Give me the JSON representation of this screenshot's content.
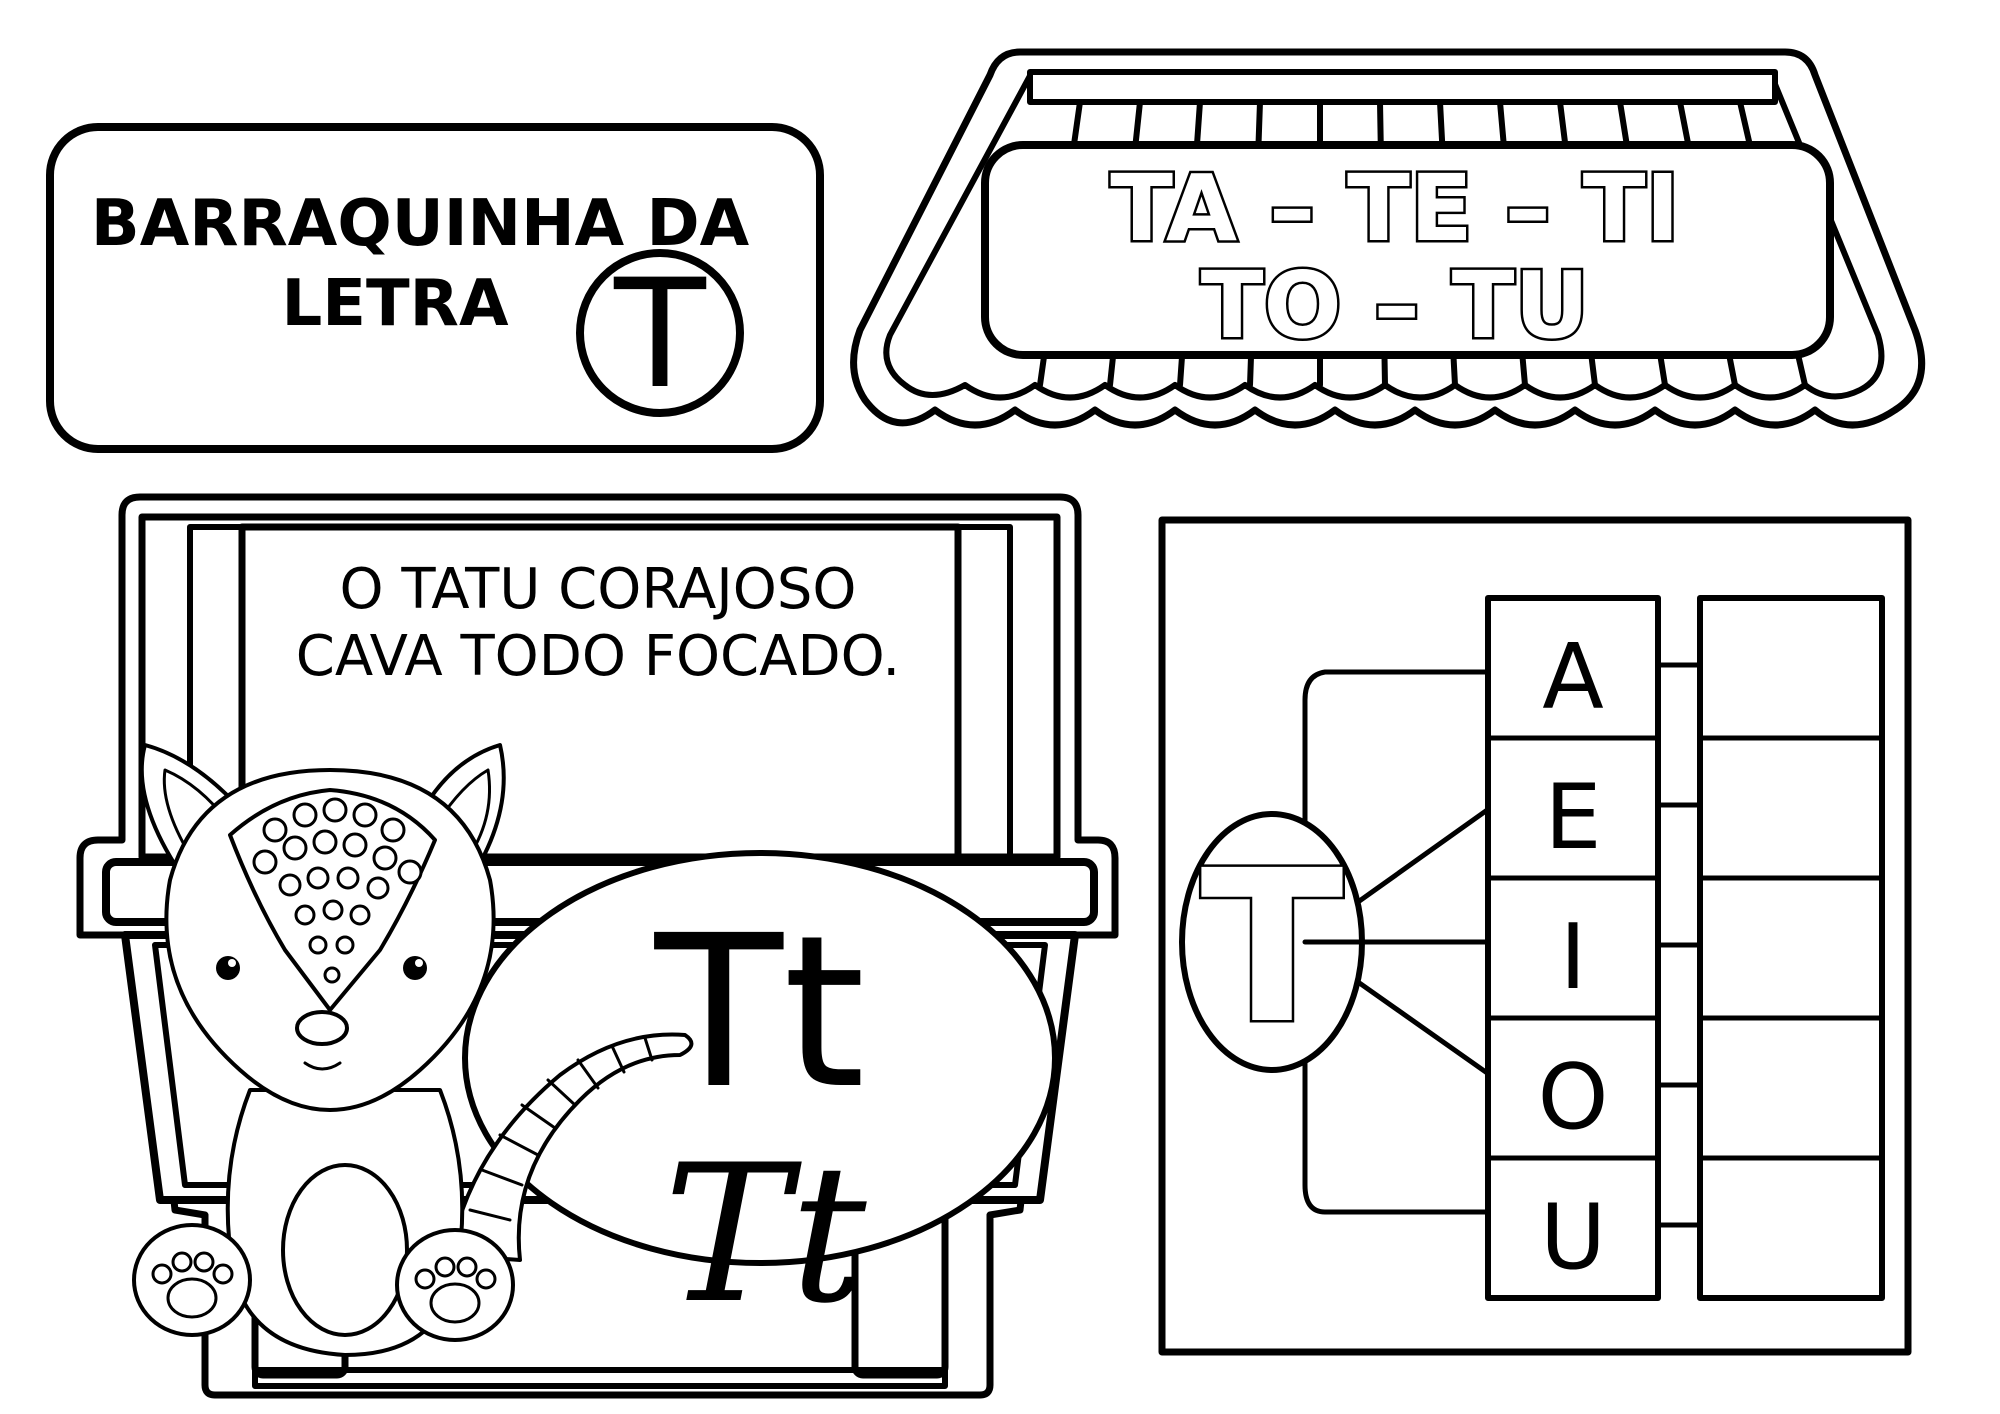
{
  "title_card": {
    "line1": "BARRAQUINHA DA",
    "line2": "LETRA",
    "letter": "T"
  },
  "awning": {
    "line1": "TA – TE – TI",
    "line2": "TO – TU"
  },
  "stall": {
    "sentence_line1": "O TATU CORAJOSO",
    "sentence_line2": "CAVA TODO FOCADO.",
    "print_letters": "Tt",
    "cursive_letters": "Tt",
    "character_icon": "armadillo-icon"
  },
  "syllable_tree": {
    "root_letter": "T",
    "vowels": [
      "A",
      "E",
      "I",
      "O",
      "U"
    ],
    "answers": [
      "",
      "",
      "",
      "",
      ""
    ]
  }
}
